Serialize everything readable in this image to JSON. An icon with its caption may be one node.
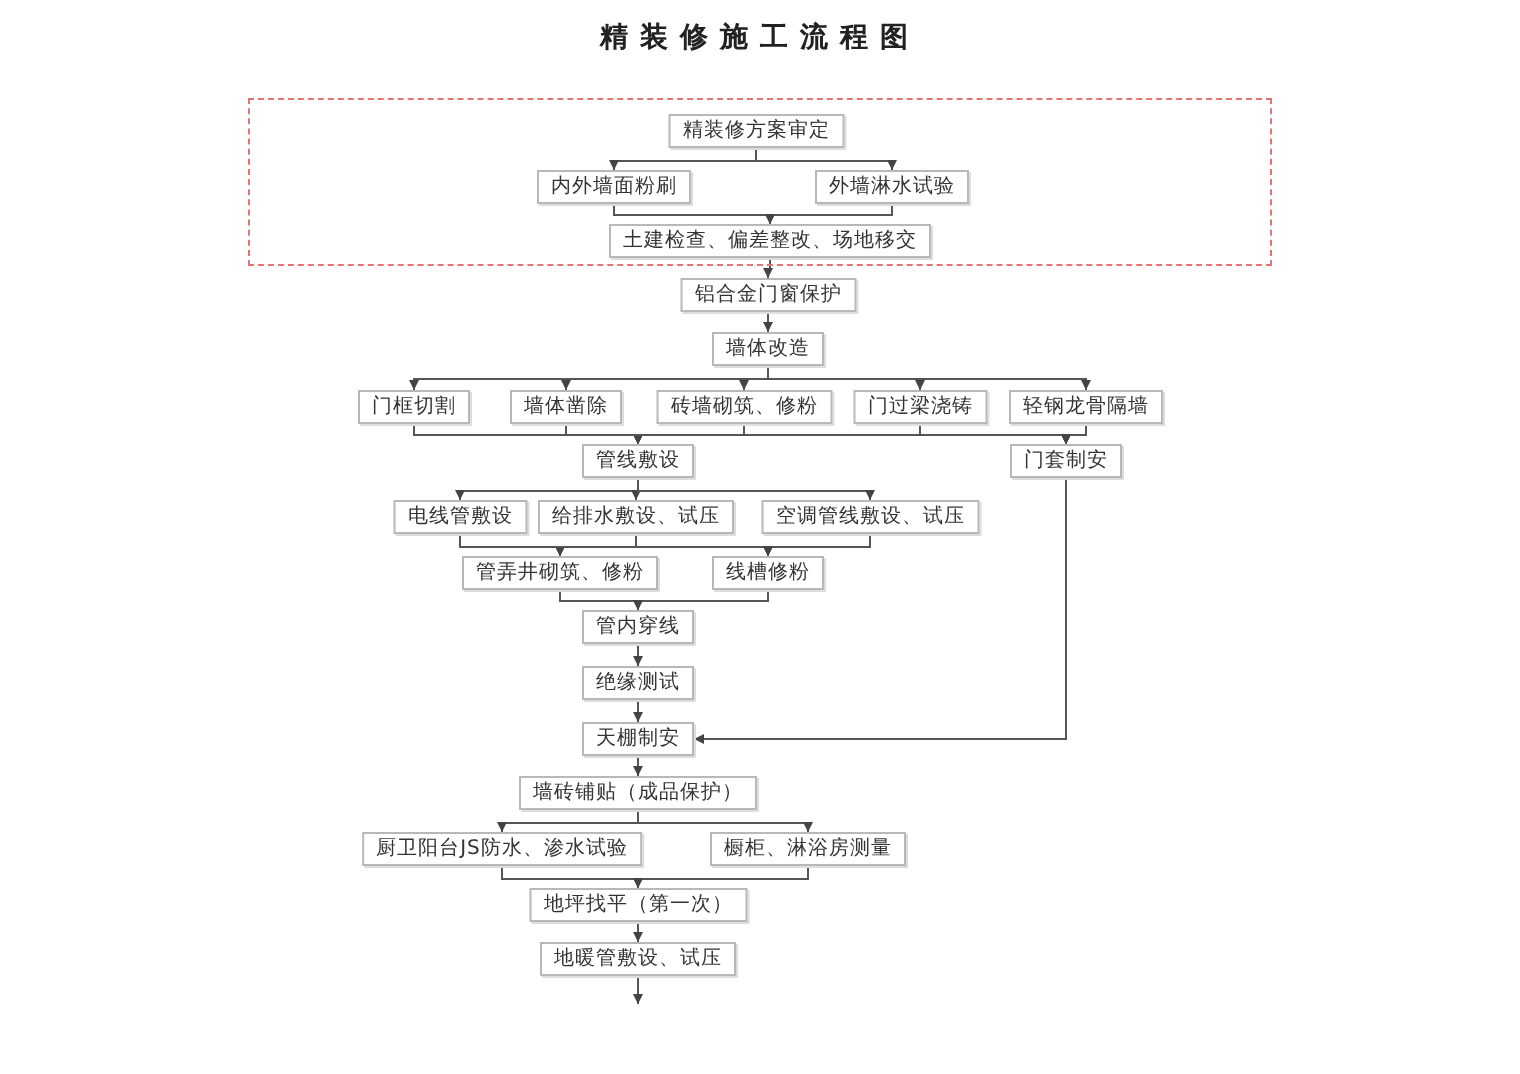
{
  "diagram": {
    "title": "精装修施工流程图",
    "nodes": [
      {
        "text": [],
        "shape": "box"
      },
      {
        "text": [
          "精装修方案审定"
        ],
        "in": 0
      },
      {
        "text": [
          "内外墙面粉刷"
        ],
        "in": 0
      },
      {
        "text": [
          "外墙淋水试验"
        ],
        "in": 0
      },
      {
        "text": [
          "土建检查、偏差整改、场地移交"
        ],
        "in": 0
      },
      {
        "text": [
          "铝合金门窗保护"
        ]
      },
      {
        "text": [
          "墙体改造"
        ]
      },
      {
        "text": [
          "门框切割"
        ]
      },
      {
        "text": [
          "墙体凿除"
        ]
      },
      {
        "text": [
          "砖墙砌筑、修粉"
        ]
      },
      {
        "text": [
          "门过梁浇铸"
        ]
      },
      {
        "text": [
          "轻钢龙骨隔墙"
        ]
      },
      {
        "text": [
          "管线敷设"
        ]
      },
      {
        "text": [
          "门套制安"
        ]
      },
      {
        "text": [
          "电线管敷设"
        ]
      },
      {
        "text": [
          "给排水敷设、试压"
        ]
      },
      {
        "text": [
          "空调管线敷设、试压"
        ]
      },
      {
        "text": [
          "管弄井砌筑、修粉"
        ]
      },
      {
        "text": [
          "线槽修粉"
        ]
      },
      {
        "text": [
          "管内穿线"
        ]
      },
      {
        "text": [
          "绝缘测试"
        ]
      },
      {
        "text": [
          "天棚制安"
        ]
      },
      {
        "text": [
          "墙砖铺贴（成品保护）"
        ]
      },
      {
        "text": [
          "厨卫阳台JS防水、渗水试验"
        ]
      },
      {
        "text": [
          "橱柜、淋浴房测量"
        ]
      },
      {
        "text": [
          "地坪找平（第一次）"
        ]
      },
      {
        "text": [
          "地暖管敷设、试压"
        ]
      }
    ],
    "edges": [
      {
        "from": 1,
        "to": 2,
        "arrow": "to"
      },
      {
        "from": 1,
        "to": 3,
        "arrow": "to"
      },
      {
        "from": 2,
        "to": 4,
        "arrow": "to"
      },
      {
        "from": 3,
        "to": 4,
        "arrow": "to"
      },
      {
        "from": 4,
        "to": 5,
        "arrow": "to"
      },
      {
        "from": 5,
        "to": 6,
        "arrow": "to"
      },
      {
        "from": 6,
        "to": 7,
        "arrow": "to"
      },
      {
        "from": 6,
        "to": 8,
        "arrow": "to"
      },
      {
        "from": 6,
        "to": 9,
        "arrow": "to"
      },
      {
        "from": 6,
        "to": 10,
        "arrow": "to"
      },
      {
        "from": 6,
        "to": 11,
        "arrow": "to"
      },
      {
        "from": 7,
        "to": 12,
        "arrow": "to"
      },
      {
        "from": 8,
        "to": 12,
        "arrow": "to"
      },
      {
        "from": 9,
        "to": 12,
        "arrow": "to"
      },
      {
        "from": 10,
        "to": 12,
        "arrow": "to"
      },
      {
        "from": 11,
        "to": 12,
        "arrow": "to"
      },
      {
        "from": 7,
        "to": 13,
        "arrow": "to"
      },
      {
        "from": 8,
        "to": 13,
        "arrow": "to"
      },
      {
        "from": 9,
        "to": 13,
        "arrow": "to"
      },
      {
        "from": 10,
        "to": 13,
        "arrow": "to"
      },
      {
        "from": 11,
        "to": 13,
        "arrow": "to"
      },
      {
        "from": 12,
        "to": 14,
        "arrow": "to"
      },
      {
        "from": 12,
        "to": 15,
        "arrow": "to"
      },
      {
        "from": 12,
        "to": 16,
        "arrow": "to"
      },
      {
        "from": 14,
        "to": 17,
        "arrow": "to"
      },
      {
        "from": 15,
        "to": 17,
        "arrow": "to"
      },
      {
        "from": 16,
        "to": 17,
        "arrow": "to"
      },
      {
        "from": 14,
        "to": 18,
        "arrow": "to"
      },
      {
        "from": 15,
        "to": 18,
        "arrow": "to"
      },
      {
        "from": 16,
        "to": 18,
        "arrow": "to"
      },
      {
        "from": 17,
        "to": 19,
        "arrow": "to"
      },
      {
        "from": 18,
        "to": 19,
        "arrow": "to"
      },
      {
        "from": 19,
        "to": 20,
        "arrow": "to"
      },
      {
        "from": 20,
        "to": 21,
        "arrow": "to"
      },
      {
        "from": 13,
        "to": 21,
        "arrow": "to"
      },
      {
        "from": 21,
        "to": 22,
        "arrow": "to"
      },
      {
        "from": 22,
        "to": 23,
        "arrow": "to"
      },
      {
        "from": 22,
        "to": 24,
        "arrow": "to"
      },
      {
        "from": 23,
        "to": 25,
        "arrow": "to"
      },
      {
        "from": 24,
        "to": 25,
        "arrow": "to"
      },
      {
        "from": 25,
        "to": 26,
        "arrow": "to"
      },
      {
        "from": 26,
        "to": null,
        "arrow": "to"
      }
    ]
  }
}
